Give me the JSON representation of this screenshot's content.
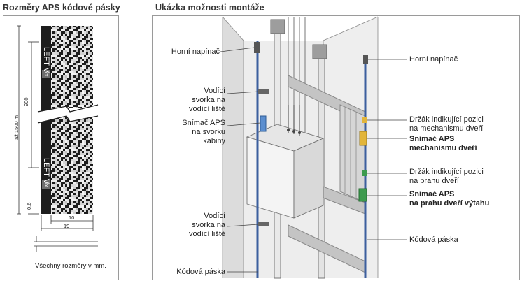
{
  "left_panel": {
    "title": "Rozměry APS kódové pásky",
    "tape_label_top": "LEFT V",
    "tape_label_bottom": "LEFT V",
    "badge": "xx",
    "dims": {
      "d900": "900",
      "d1500": "až 1500 m",
      "d06": "0.6",
      "d10": "10",
      "d19": "19"
    },
    "footnote": "Všechny rozměry v mm."
  },
  "right_panel": {
    "title": "Ukázka možnosti montáže",
    "labels": {
      "upper_tensioner_left": "Horní napínač",
      "upper_tensioner_right": "Horní napínač",
      "guide_clamp_top": "Vodící\nsvorka na\nvodící liště",
      "sensor_cabin": "Snímač APS\nna svorku\nkabiny",
      "holder_door_mech": "Držák indikující pozici\nna mechanismu dveří",
      "sensor_door_mech": "Snímač APS\nmechanismu dveří",
      "holder_door_sill": "Držák indikující pozici\nna prahu dveří",
      "sensor_door_sill": "Snímač APS\nna prahu dveří výtahu",
      "guide_clamp_bottom": "Vodící\nsvorka na\nvodící liště",
      "code_tape_left": "Kódová páska",
      "code_tape_right": "Kódová páska"
    }
  },
  "colors": {
    "tape_blue": "#3c5f9e",
    "sensor_blue": "#5b8ecf",
    "sensor_yellow": "#e2b53a",
    "sensor_green": "#3d9b4e",
    "shaft_gray": "#e4e4e4"
  }
}
